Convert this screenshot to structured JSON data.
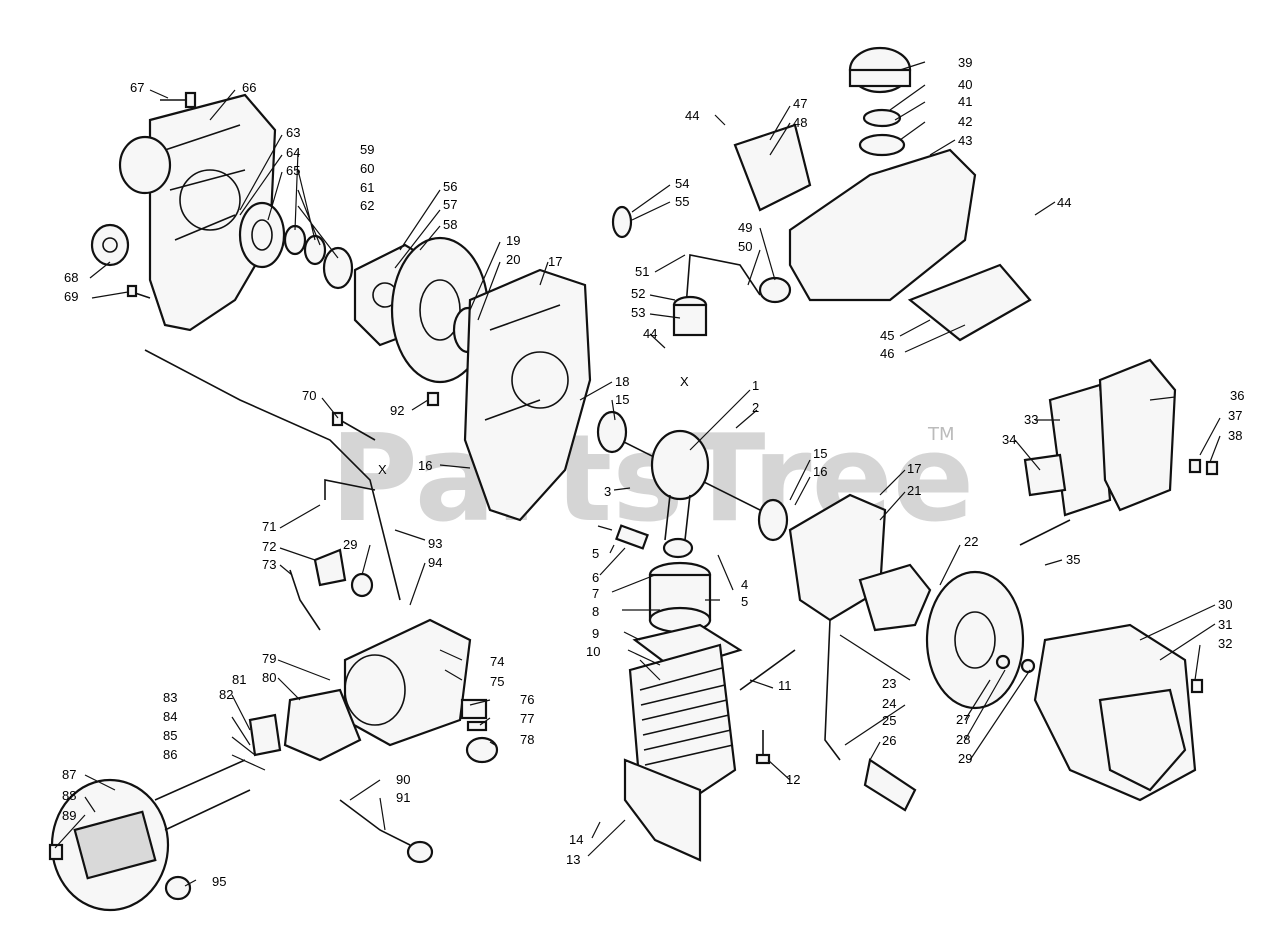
{
  "watermark": "PartsTree",
  "watermark_tm": "TM",
  "callouts": [
    {
      "id": "1",
      "label": "1"
    },
    {
      "id": "2",
      "label": "2"
    },
    {
      "id": "3",
      "label": "3"
    },
    {
      "id": "4",
      "label": "4"
    },
    {
      "id": "5a",
      "label": "5"
    },
    {
      "id": "5b",
      "label": "5"
    },
    {
      "id": "6",
      "label": "6"
    },
    {
      "id": "7",
      "label": "7"
    },
    {
      "id": "8",
      "label": "8"
    },
    {
      "id": "9",
      "label": "9"
    },
    {
      "id": "10",
      "label": "10"
    },
    {
      "id": "11",
      "label": "11"
    },
    {
      "id": "12",
      "label": "12"
    },
    {
      "id": "13",
      "label": "13"
    },
    {
      "id": "14",
      "label": "14"
    },
    {
      "id": "15a",
      "label": "15"
    },
    {
      "id": "15b",
      "label": "15"
    },
    {
      "id": "16a",
      "label": "16"
    },
    {
      "id": "16b",
      "label": "16"
    },
    {
      "id": "17a",
      "label": "17"
    },
    {
      "id": "17b",
      "label": "17"
    },
    {
      "id": "18",
      "label": "18"
    },
    {
      "id": "19",
      "label": "19"
    },
    {
      "id": "20",
      "label": "20"
    },
    {
      "id": "21",
      "label": "21"
    },
    {
      "id": "22",
      "label": "22"
    },
    {
      "id": "23",
      "label": "23"
    },
    {
      "id": "24",
      "label": "24"
    },
    {
      "id": "25",
      "label": "25"
    },
    {
      "id": "26",
      "label": "26"
    },
    {
      "id": "27",
      "label": "27"
    },
    {
      "id": "28",
      "label": "28"
    },
    {
      "id": "29a",
      "label": "29"
    },
    {
      "id": "29b",
      "label": "29"
    },
    {
      "id": "30",
      "label": "30"
    },
    {
      "id": "31",
      "label": "31"
    },
    {
      "id": "32",
      "label": "32"
    },
    {
      "id": "33",
      "label": "33"
    },
    {
      "id": "34",
      "label": "34"
    },
    {
      "id": "35",
      "label": "35"
    },
    {
      "id": "36",
      "label": "36"
    },
    {
      "id": "37",
      "label": "37"
    },
    {
      "id": "38",
      "label": "38"
    },
    {
      "id": "39",
      "label": "39"
    },
    {
      "id": "40",
      "label": "40"
    },
    {
      "id": "41",
      "label": "41"
    },
    {
      "id": "42",
      "label": "42"
    },
    {
      "id": "43",
      "label": "43"
    },
    {
      "id": "44a",
      "label": "44"
    },
    {
      "id": "44b",
      "label": "44"
    },
    {
      "id": "44c",
      "label": "44"
    },
    {
      "id": "45",
      "label": "45"
    },
    {
      "id": "46",
      "label": "46"
    },
    {
      "id": "47",
      "label": "47"
    },
    {
      "id": "48",
      "label": "48"
    },
    {
      "id": "49",
      "label": "49"
    },
    {
      "id": "50",
      "label": "50"
    },
    {
      "id": "51",
      "label": "51"
    },
    {
      "id": "52",
      "label": "52"
    },
    {
      "id": "53",
      "label": "53"
    },
    {
      "id": "54",
      "label": "54"
    },
    {
      "id": "55",
      "label": "55"
    },
    {
      "id": "56",
      "label": "56"
    },
    {
      "id": "57",
      "label": "57"
    },
    {
      "id": "58",
      "label": "58"
    },
    {
      "id": "59",
      "label": "59"
    },
    {
      "id": "60",
      "label": "60"
    },
    {
      "id": "61",
      "label": "61"
    },
    {
      "id": "62",
      "label": "62"
    },
    {
      "id": "63",
      "label": "63"
    },
    {
      "id": "64",
      "label": "64"
    },
    {
      "id": "65",
      "label": "65"
    },
    {
      "id": "66",
      "label": "66"
    },
    {
      "id": "67",
      "label": "67"
    },
    {
      "id": "68",
      "label": "68"
    },
    {
      "id": "69",
      "label": "69"
    },
    {
      "id": "70",
      "label": "70"
    },
    {
      "id": "71",
      "label": "71"
    },
    {
      "id": "72",
      "label": "72"
    },
    {
      "id": "73",
      "label": "73"
    },
    {
      "id": "74",
      "label": "74"
    },
    {
      "id": "75",
      "label": "75"
    },
    {
      "id": "76",
      "label": "76"
    },
    {
      "id": "77",
      "label": "77"
    },
    {
      "id": "78",
      "label": "78"
    },
    {
      "id": "79",
      "label": "79"
    },
    {
      "id": "80",
      "label": "80"
    },
    {
      "id": "81",
      "label": "81"
    },
    {
      "id": "82",
      "label": "82"
    },
    {
      "id": "83",
      "label": "83"
    },
    {
      "id": "84",
      "label": "84"
    },
    {
      "id": "85",
      "label": "85"
    },
    {
      "id": "86",
      "label": "86"
    },
    {
      "id": "87",
      "label": "87"
    },
    {
      "id": "88",
      "label": "88"
    },
    {
      "id": "89",
      "label": "89"
    },
    {
      "id": "90",
      "label": "90"
    },
    {
      "id": "91",
      "label": "91"
    },
    {
      "id": "92",
      "label": "92"
    },
    {
      "id": "93",
      "label": "93"
    },
    {
      "id": "94",
      "label": "94"
    },
    {
      "id": "95",
      "label": "95"
    }
  ],
  "reference_marks": [
    "X",
    "X"
  ]
}
